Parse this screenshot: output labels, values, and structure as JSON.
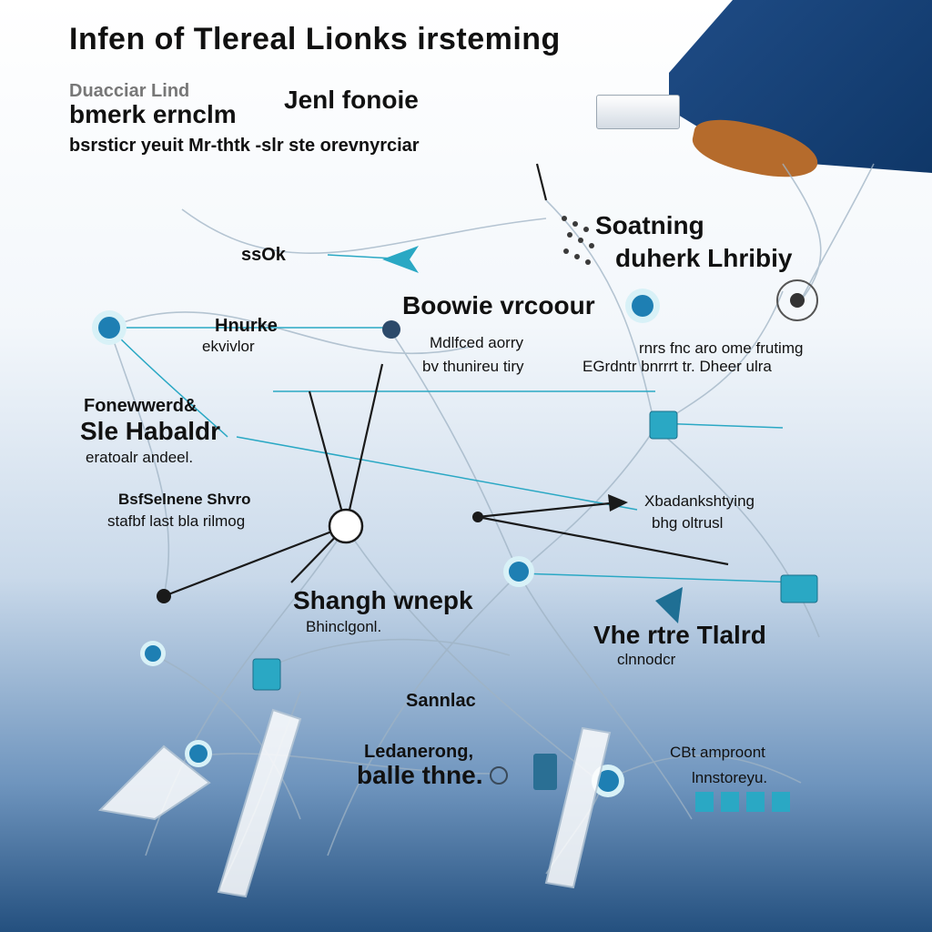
{
  "title": "Infen of Tlereal Lionks irsteming",
  "header_lines": {
    "line1": "Duacciar Lind",
    "line2": "bmerk ernclm",
    "line2b": "Jenl fonoie",
    "line3": "bsrsticr yeuit Mr-thtk -slr ste orevnyrciar"
  },
  "labels": {
    "soatning": "Soatning",
    "duherk": "duherk Lhribiy",
    "ssok": "ssOk",
    "bowie": "Boowie vrcoour",
    "hnurke": "Hnurke",
    "vivlor": "ekvivlor",
    "mdfed": "Mdlfced aorry",
    "bvotnr": "bv thunireu tiry",
    "egrtn": "EGrdntr bnrrrt tr. Dheer ulra",
    "mrtsfnc": "rnrs fnc aro ome frutimg",
    "fonewer": "Fonewwerd&",
    "sle": "Sle Habaldr",
    "eratoalr": "eratoalr andeel.",
    "bsfsel": "BsfSelnene Shvro",
    "stafbf": "stafbf last bla rilmog",
    "xbadank": "Xbadankshtying",
    "bhg": "bhg oltrusl",
    "shangh": "Shangh wnepk",
    "bhinclg": "Bhinclgonl.",
    "vherre": "Vhe rtre Tlalrd",
    "clnnode": "clnnodcr",
    "sannlac": "Sannlac",
    "ledanerong": "Ledanerong,",
    "balletn": "balle thne.",
    "cbtamp": "CBt amproont",
    "lnnstore": "lnnstoreyu."
  },
  "colors": {
    "accent_teal": "#2aa8c4",
    "node_blue": "#1a6fa8",
    "corner_navy": "#1a4780",
    "dark_line": "#1a1a1a"
  }
}
